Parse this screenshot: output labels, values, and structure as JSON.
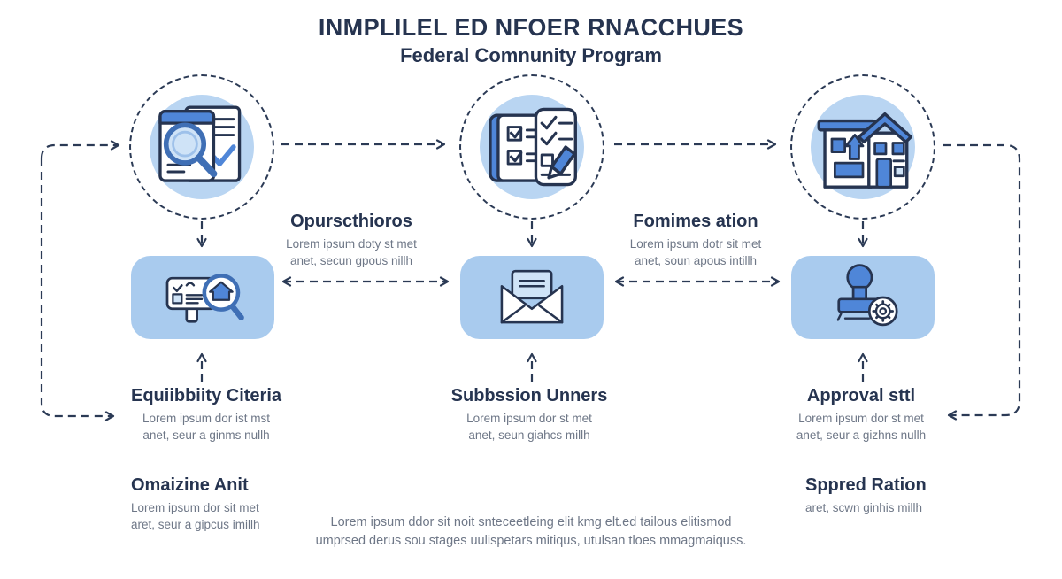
{
  "title": {
    "main": "INMPLILEL ED NFOER RNACCHUES",
    "subtitle": "Federal Comnunity Program"
  },
  "colors": {
    "navy": "#263450",
    "arrow": "#2b3a55",
    "gray": "#6e7787",
    "boxblue": "#a9cbee",
    "iconbg": "#b9d5f2",
    "blue": "#4f86d8",
    "lightblue": "#cfe3f7",
    "magblue": "#3f6fb5"
  },
  "flow": {
    "icons": {
      "stage1": "document-search",
      "stage2": "checklist",
      "stage3": "house",
      "box1": "property-search",
      "box2": "envelope",
      "box3": "approval-stamp"
    },
    "step_labels": {
      "opurscthioros": {
        "heading": "Opurscthioros",
        "line1": "Lorem ipsum doty st met",
        "line2": "anet, secun gpous nillh"
      },
      "fomimes_ation": {
        "heading": "Fomimes ation",
        "line1": "Lorem ipsum dotr sit met",
        "line2": "anet, soun apous intillh"
      },
      "equiibbiity_citeria": {
        "heading": "Equiibbiity Citeria",
        "line1": "Lorem ipsum dor ist mst",
        "line2": "anet, seur a ginms nullh"
      },
      "subbssion_unners": {
        "heading": "Subbssion Unners",
        "line1": "Lorem ipsum dor st met",
        "line2": "anet, seun giahcs millh"
      },
      "approval_sttl": {
        "heading": "Approval sttl",
        "line1": "Lorem ipsum dor st met",
        "line2": "anet, seur a gizhns nullh"
      },
      "omaizine_anit": {
        "heading": "Omaizine Anit",
        "line1": "Lorem ipsum dor sit met",
        "line2": "aret, seur a gipcus imillh"
      },
      "sppred_ration": {
        "heading": "Sppred Ration",
        "line1": "aret, scwn ginhis millh"
      }
    }
  },
  "footer": {
    "line1": "Lorem ipsum ddor sit noit snteceetleing elit kmg elt.ed tailous elitismod",
    "line2": "umprsed derus sou stages uulispetars mitiqus, utulsan tloes mmagmaiquss."
  }
}
